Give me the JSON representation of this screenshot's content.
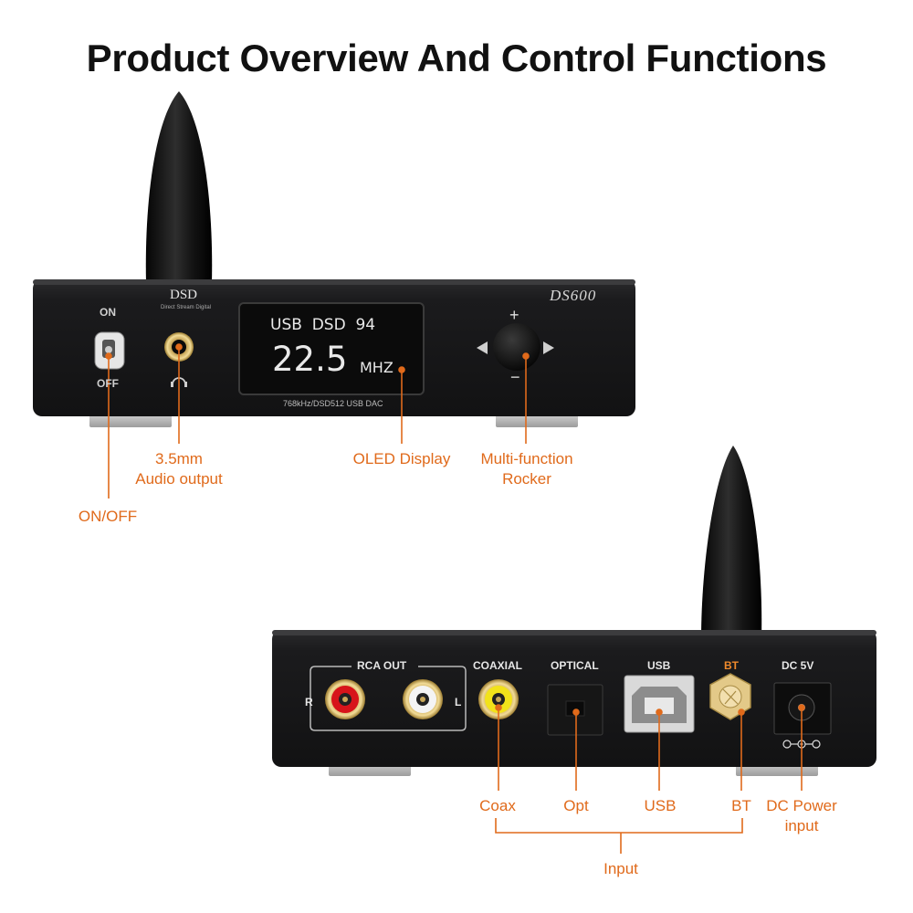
{
  "title": "Product Overview And Control Functions",
  "front": {
    "brand_logo": "DSD",
    "brand_sub": "Direct Stream Digital",
    "model": "DS600",
    "switch_on": "ON",
    "switch_off": "OFF",
    "oled_line1": "USB  DSD  94",
    "oled_value": "22.5",
    "oled_unit": "MHZ",
    "spec_text": "768kHz/DSD512 USB DAC",
    "rocker_plus": "+",
    "rocker_minus": "−"
  },
  "rear": {
    "rca_out": "RCA OUT",
    "rca_r": "R",
    "rca_l": "L",
    "coaxial": "COAXIAL",
    "optical": "OPTICAL",
    "usb": "USB",
    "bt": "BT",
    "dc": "DC 5V"
  },
  "callouts": {
    "audio_output": [
      "3.5mm",
      "Audio output"
    ],
    "on_off": "ON/OFF",
    "oled_display": "OLED Display",
    "rocker": [
      "Multi-function",
      "Rocker"
    ],
    "coax": "Coax",
    "opt": "Opt",
    "usb": "USB",
    "bt": "BT",
    "dc_power": [
      "DC Power",
      "input"
    ],
    "input": "Input"
  },
  "colors": {
    "accent": "#e06a1b",
    "chassis": "#1c1c1e",
    "bt_label": "#f08a2c"
  }
}
